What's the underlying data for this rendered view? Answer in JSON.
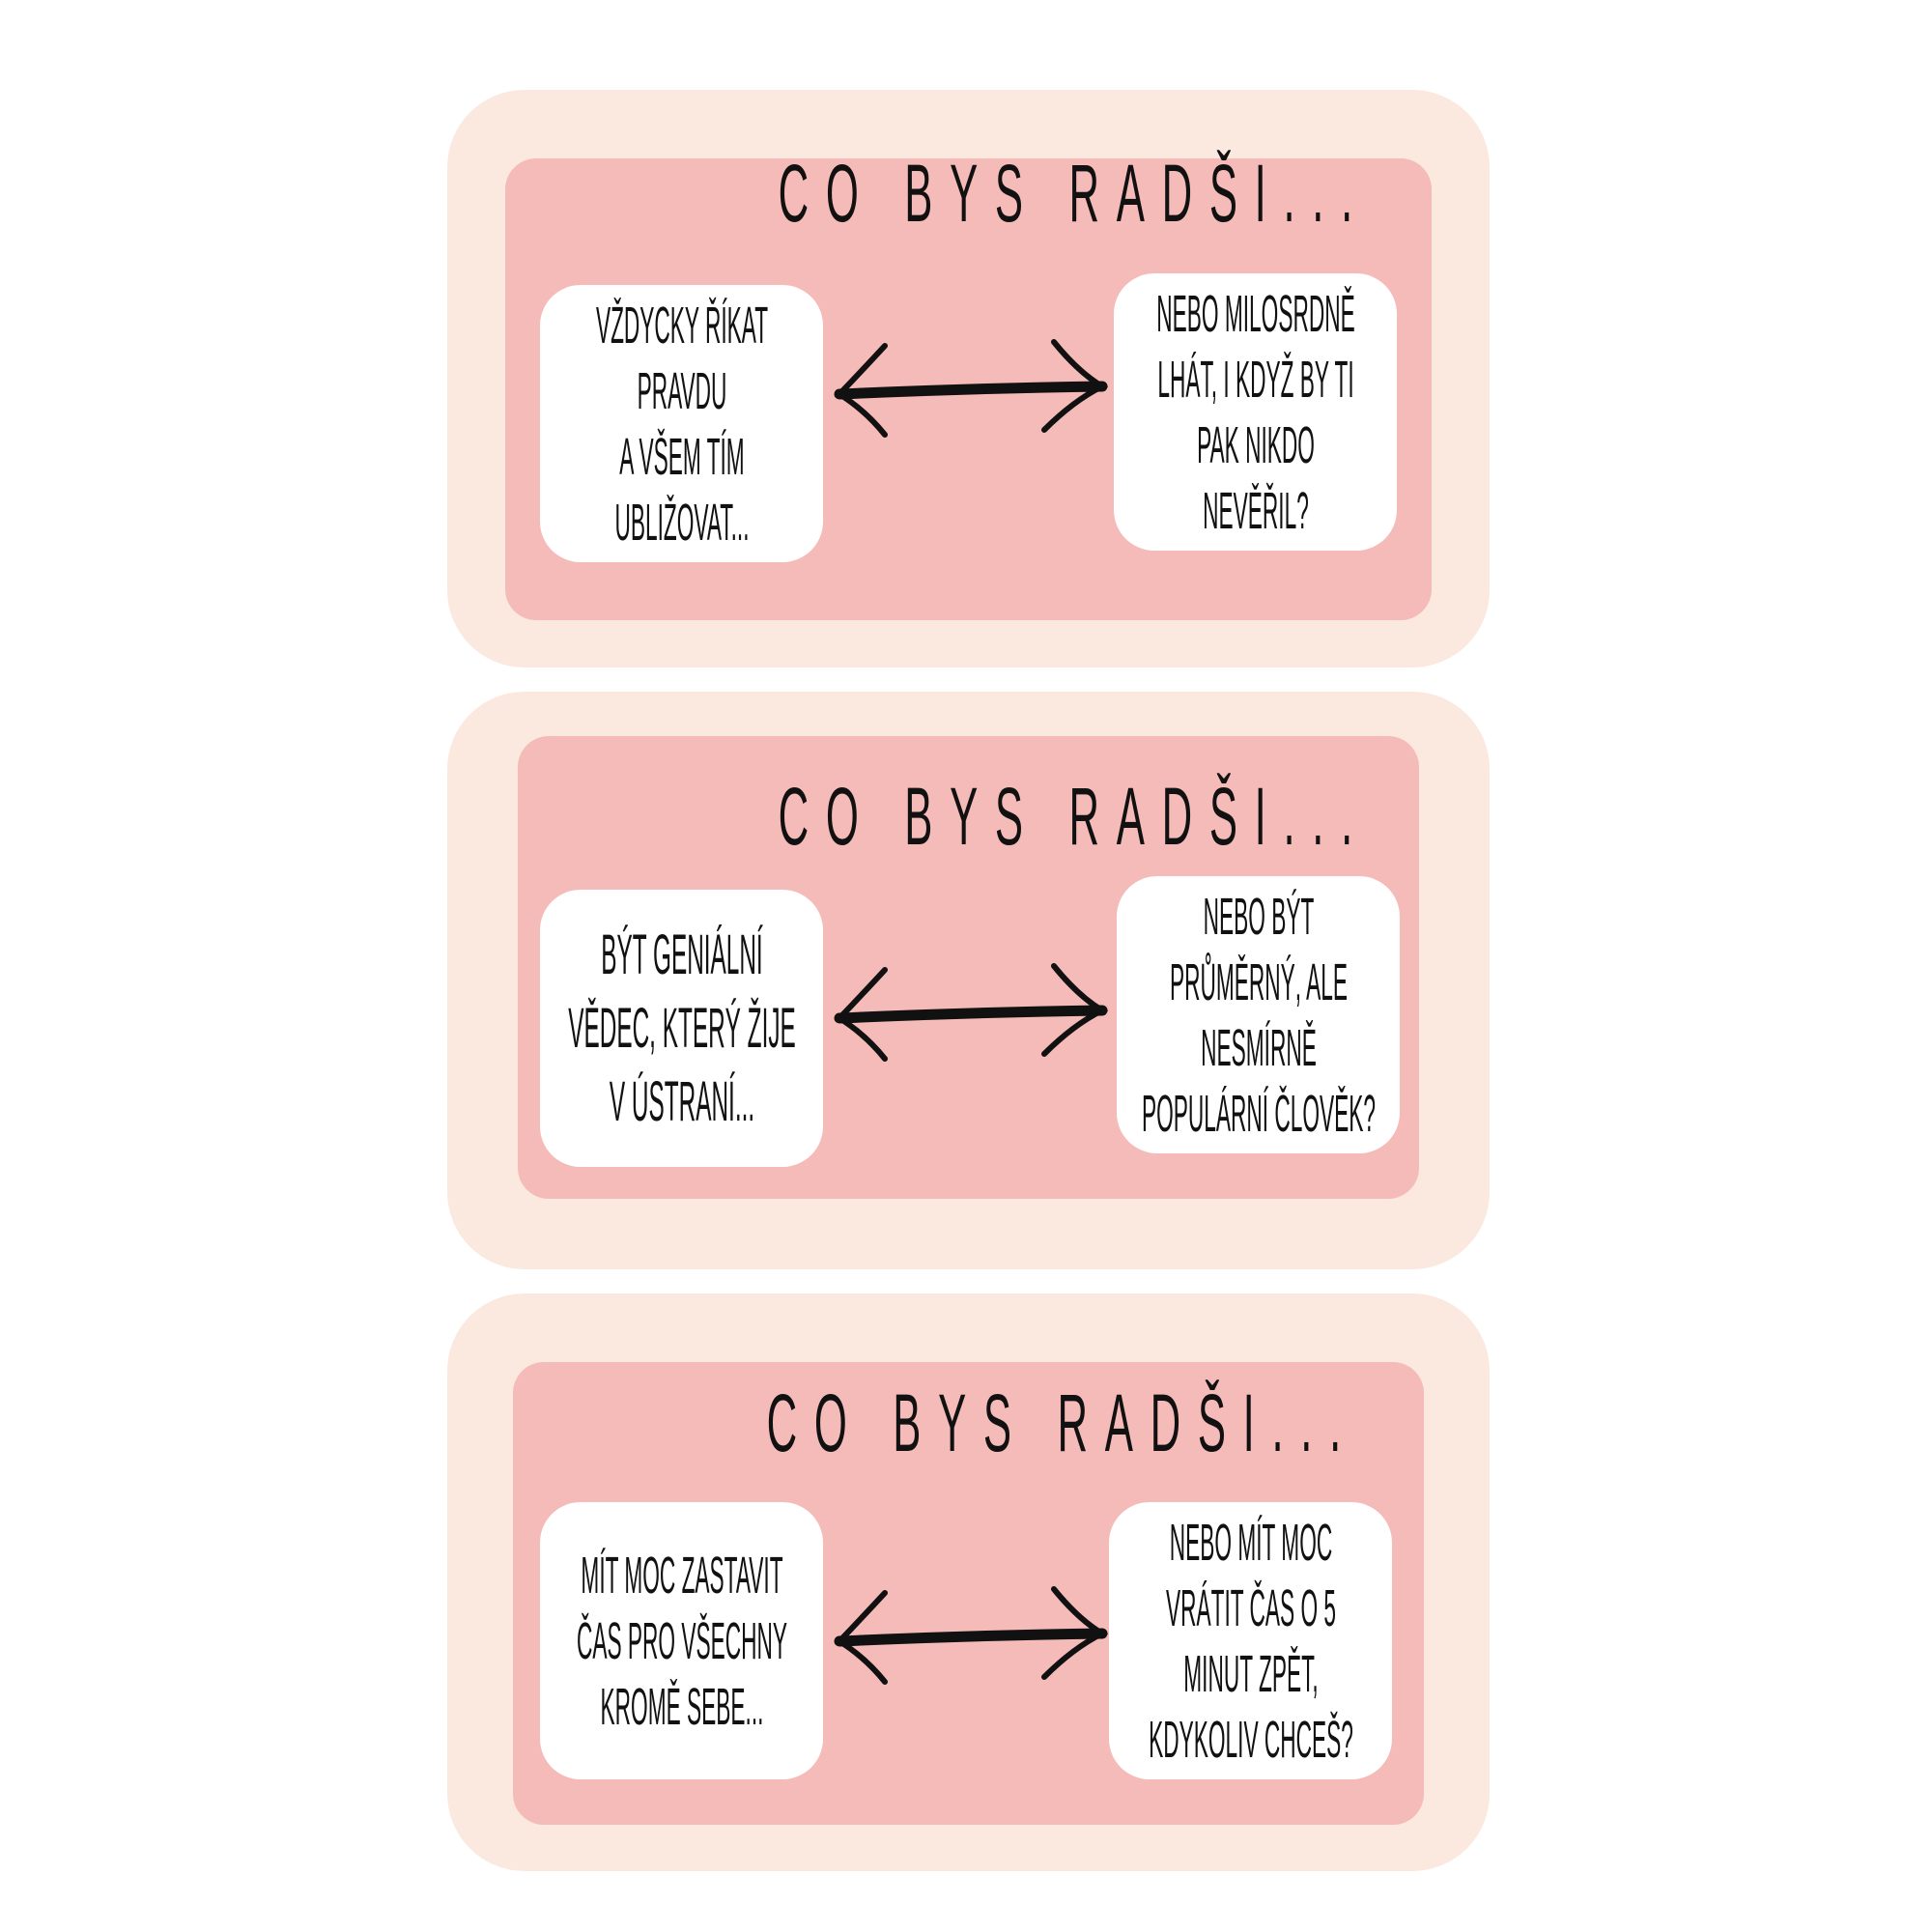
{
  "colors": {
    "outer": "#fbe9df",
    "inner": "#f5bbb8",
    "box": "#ffffff",
    "text": "#111111"
  },
  "cards": [
    {
      "title": "CO BYS RADŠI...",
      "left_lines": [
        "VŽDYCKY ŘÍKAT",
        "PRAVDU",
        "A VŠEM TÍM",
        "UBLIŽOVAT..."
      ],
      "right_lines": [
        "NEBO MILOSRDNĚ",
        "LHÁT, I KDYŽ BY TI",
        "PAK NIKDO",
        "NEVĚŘIL?"
      ],
      "arrow_icon": "double-arrow-icon"
    },
    {
      "title": "CO BYS RADŠI...",
      "left_lines": [
        "BÝT GENIÁLNÍ",
        "VĚDEC, KTERÝ ŽIJE",
        "V ÚSTRANÍ..."
      ],
      "right_lines": [
        "NEBO BÝT",
        "PRŮMĚRNÝ, ALE",
        "NESMÍRNĚ",
        "POPULÁRNÍ ČLOVĚK?"
      ],
      "arrow_icon": "double-arrow-icon"
    },
    {
      "title": "CO BYS RADŠI...",
      "left_lines": [
        "MÍT MOC ZASTAVIT",
        "ČAS PRO VŠECHNY",
        "KROMĚ SEBE..."
      ],
      "right_lines": [
        "NEBO MÍT MOC",
        "VRÁTIT ČAS O 5",
        "MINUT ZPĚT,",
        "KDYKOLIV CHCEŠ?"
      ],
      "arrow_icon": "double-arrow-icon"
    }
  ]
}
